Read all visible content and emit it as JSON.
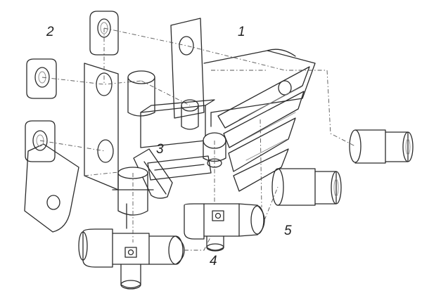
{
  "callouts": {
    "c1": "1",
    "c2": "2",
    "c3": "3",
    "c4": "4",
    "c5": "5"
  },
  "colors": {
    "line": "#2b2b2b",
    "background": "#ffffff"
  }
}
